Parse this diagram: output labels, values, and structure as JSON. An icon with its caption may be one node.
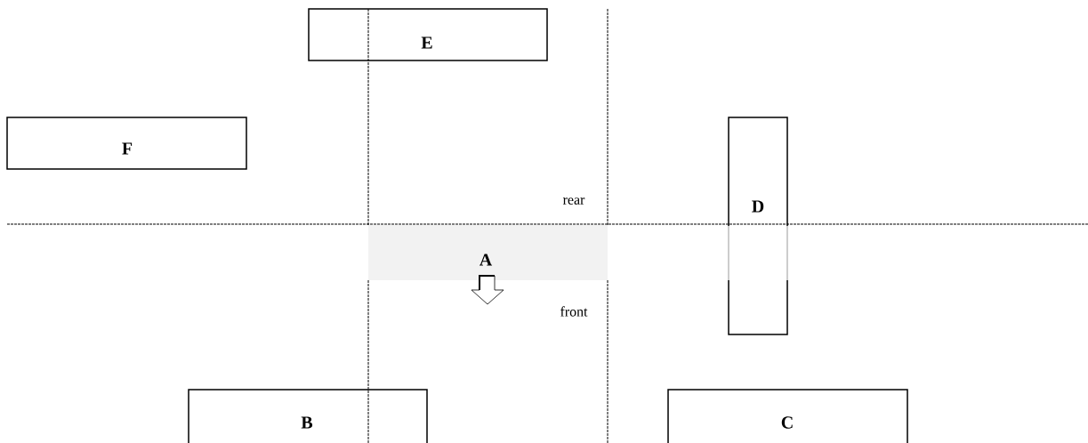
{
  "diagram": {
    "nodes": [
      {
        "text": [
          "E"
        ]
      },
      {
        "text": [
          "F"
        ]
      },
      {
        "text": [
          "D"
        ]
      },
      {
        "text": [
          "A"
        ]
      },
      {
        "text": [
          "B"
        ]
      },
      {
        "text": [
          "C"
        ]
      }
    ],
    "labels": [
      "rear",
      "front"
    ]
  }
}
